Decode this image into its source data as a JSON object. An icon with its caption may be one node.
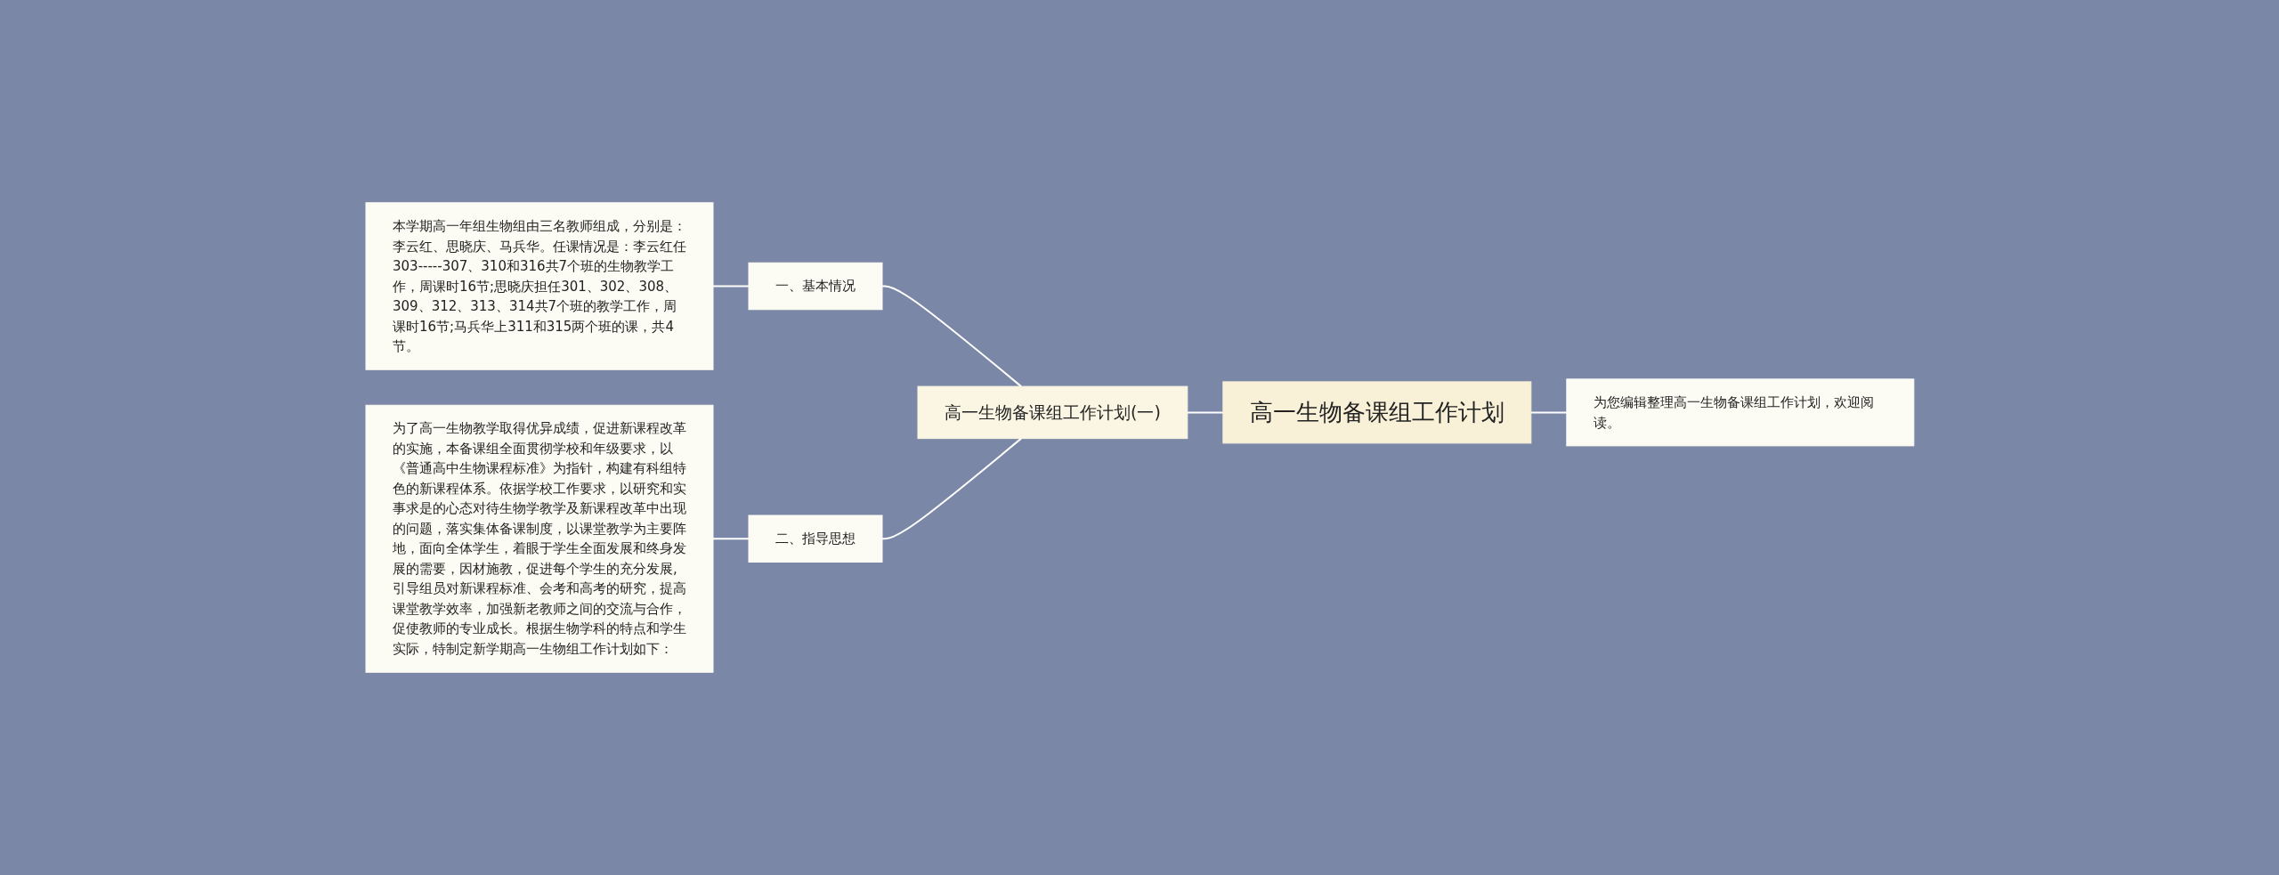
{
  "diagram": {
    "nodes": [
      {
        "text": [
          "高一生物备课组工作计划"
        ]
      },
      {
        "text": [
          "为您编辑整理高一生物备课组工作计划，欢迎阅读。"
        ]
      },
      {
        "text": [
          "高一生物备课组工作计划(一)"
        ]
      },
      {
        "text": [
          "一、基本情况"
        ]
      },
      {
        "text": [
          "本学期高一年组生物组由三名教师组成，分别是：李云红、思晓庆、马兵华。任课情况是：李云红任303-----307、310和316共7个班的生物教学工作，周课时16节;思晓庆担任301、302、308、309、312、313、314共7个班的教学工作，周课时16节;马兵华上311和315两个班的课，共4节。"
        ]
      },
      {
        "text": [
          "二、指导思想"
        ]
      },
      {
        "text": [
          "为了高一生物教学取得优异成绩，促进新课程改革的实施，本备课组全面贯彻学校和年级要求，以《普通高中生物课程标准》为指针，构建有科组特色的新课程体系。依据学校工作要求，以研究和实事求是的心态对待生物学教学及新课程改革中出现的问题，落实集体备课制度，以课堂教学为主要阵地，面向全体学生，着眼于学生全面发展和终身发展的需要，因材施教，促进每个学生的充分发展,引导组员对新课程标准、会考和高考的研究，提高课堂教学效率，加强新老教师之间的交流与合作，促使教师的专业成长。根据生物学科的特点和学生实际，特制定新学期高一生物组工作计划如下："
        ]
      }
    ],
    "edges": [
      {
        "from": 0,
        "to": 1,
        "arrow": "none"
      },
      {
        "from": 0,
        "to": 2,
        "arrow": "none"
      },
      {
        "from": 2,
        "to": 3,
        "arrow": "none"
      },
      {
        "from": 3,
        "to": 4,
        "arrow": "none"
      },
      {
        "from": 2,
        "to": 5,
        "arrow": "none"
      },
      {
        "from": 5,
        "to": 6,
        "arrow": "none"
      }
    ]
  }
}
